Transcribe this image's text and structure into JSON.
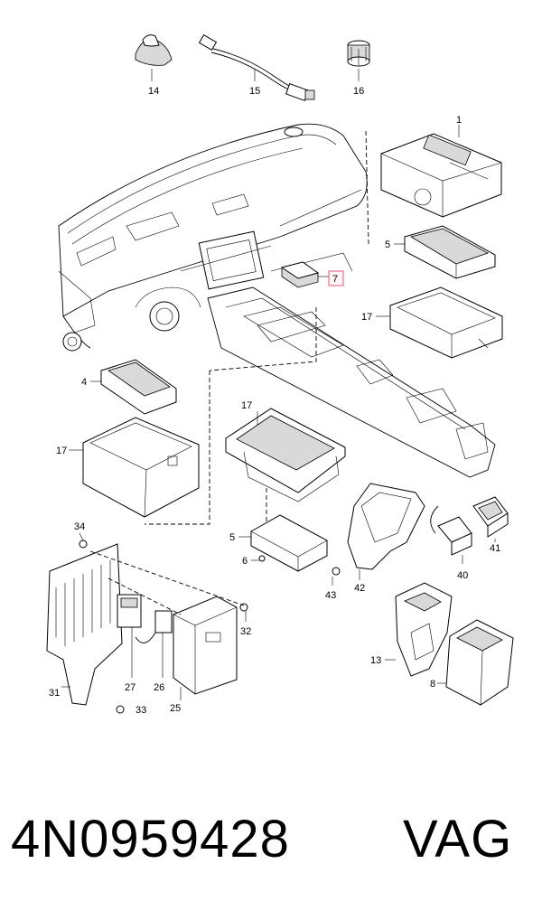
{
  "callouts": [
    "14",
    "15",
    "16",
    "1",
    "5",
    "7",
    "17",
    "4",
    "17",
    "17",
    "5",
    "6",
    "34",
    "31",
    "27",
    "26",
    "25",
    "33",
    "32",
    "43",
    "42",
    "41",
    "40",
    "13",
    "8"
  ],
  "footer": {
    "part_number": "4N0959428",
    "brand": "VAG"
  },
  "colors": {
    "highlight": "#e35a7a",
    "line": "#000000",
    "background": "#ffffff"
  }
}
